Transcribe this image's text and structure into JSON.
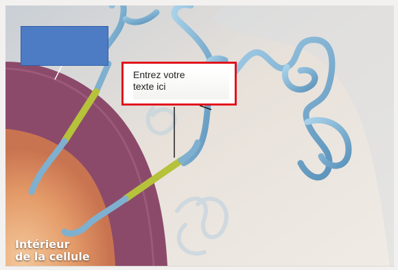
{
  "callout": {
    "text": "Entrez votre\ntexte ici",
    "border_color": "#e0111b"
  },
  "blue_label": {
    "text": "",
    "fill_color": "#4d7cc4"
  },
  "cell_label": {
    "line1": "Intérieur",
    "line2": "de la cellule"
  },
  "colors": {
    "membrane": "#8d4d6d",
    "cell_interior": "#e8a070",
    "protein_strand": "#7fb0cf",
    "transmembrane_helix": "#b5c23a",
    "background": "#ece6df"
  }
}
